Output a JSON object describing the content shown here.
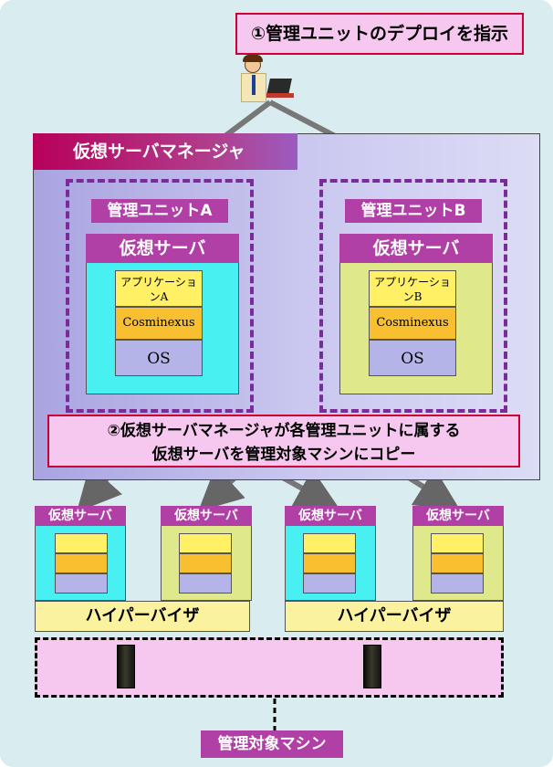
{
  "instruction_top": "①管理ユニットのデプロイを指示",
  "manager": {
    "title": "仮想サーバマネージャ"
  },
  "units": [
    {
      "label": "管理ユニットA",
      "server": "仮想サーバ",
      "app": "アプリケーションA",
      "cosminexus": "Cosminexus",
      "os": "OS"
    },
    {
      "label": "管理ユニットB",
      "server": "仮想サーバ",
      "app": "アプリケーションB",
      "cosminexus": "Cosminexus",
      "os": "OS"
    }
  ],
  "instruction_mid": {
    "line1": "②仮想サーバマネージャが各管理ユニットに属する",
    "line2": "仮想サーバを管理対象マシンにコピー"
  },
  "bottom_servers": [
    "仮想サーバ",
    "仮想サーバ",
    "仮想サーバ",
    "仮想サーバ"
  ],
  "hypervisors": [
    "ハイパーバイザ",
    "ハイパーバイザ"
  ],
  "target_machine": "管理対象マシン",
  "colors": {
    "cyan": "#48f0f2",
    "olive": "#dfe88a",
    "yellow": "#fff066",
    "orange": "#f8c030",
    "lavender": "#b4b4e8",
    "purple": "#b040a6",
    "red": "#b8005a"
  }
}
